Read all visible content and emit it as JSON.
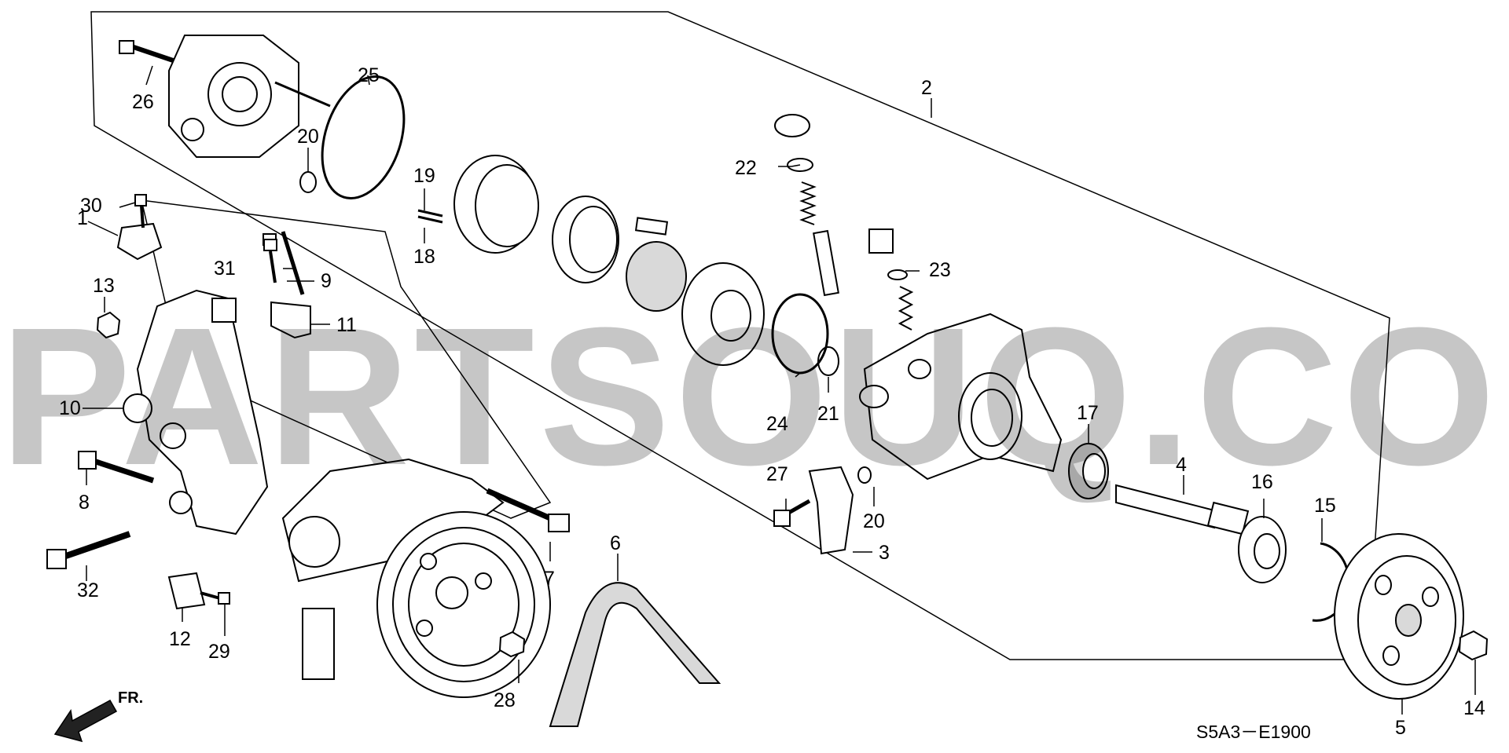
{
  "diagram_code": "S5A3－E1900",
  "direction_label": "FR.",
  "watermark": "PARTSOUQ.COM",
  "callouts": [
    "1",
    "2",
    "3",
    "4",
    "5",
    "6",
    "7",
    "8",
    "9",
    "10",
    "11",
    "12",
    "13",
    "14",
    "15",
    "16",
    "17",
    "18",
    "19",
    "20",
    "20",
    "21",
    "22",
    "23",
    "24",
    "25",
    "26",
    "27",
    "28",
    "29",
    "30",
    "31",
    "32"
  ],
  "icons": [
    "front-direction-arrow-icon"
  ]
}
